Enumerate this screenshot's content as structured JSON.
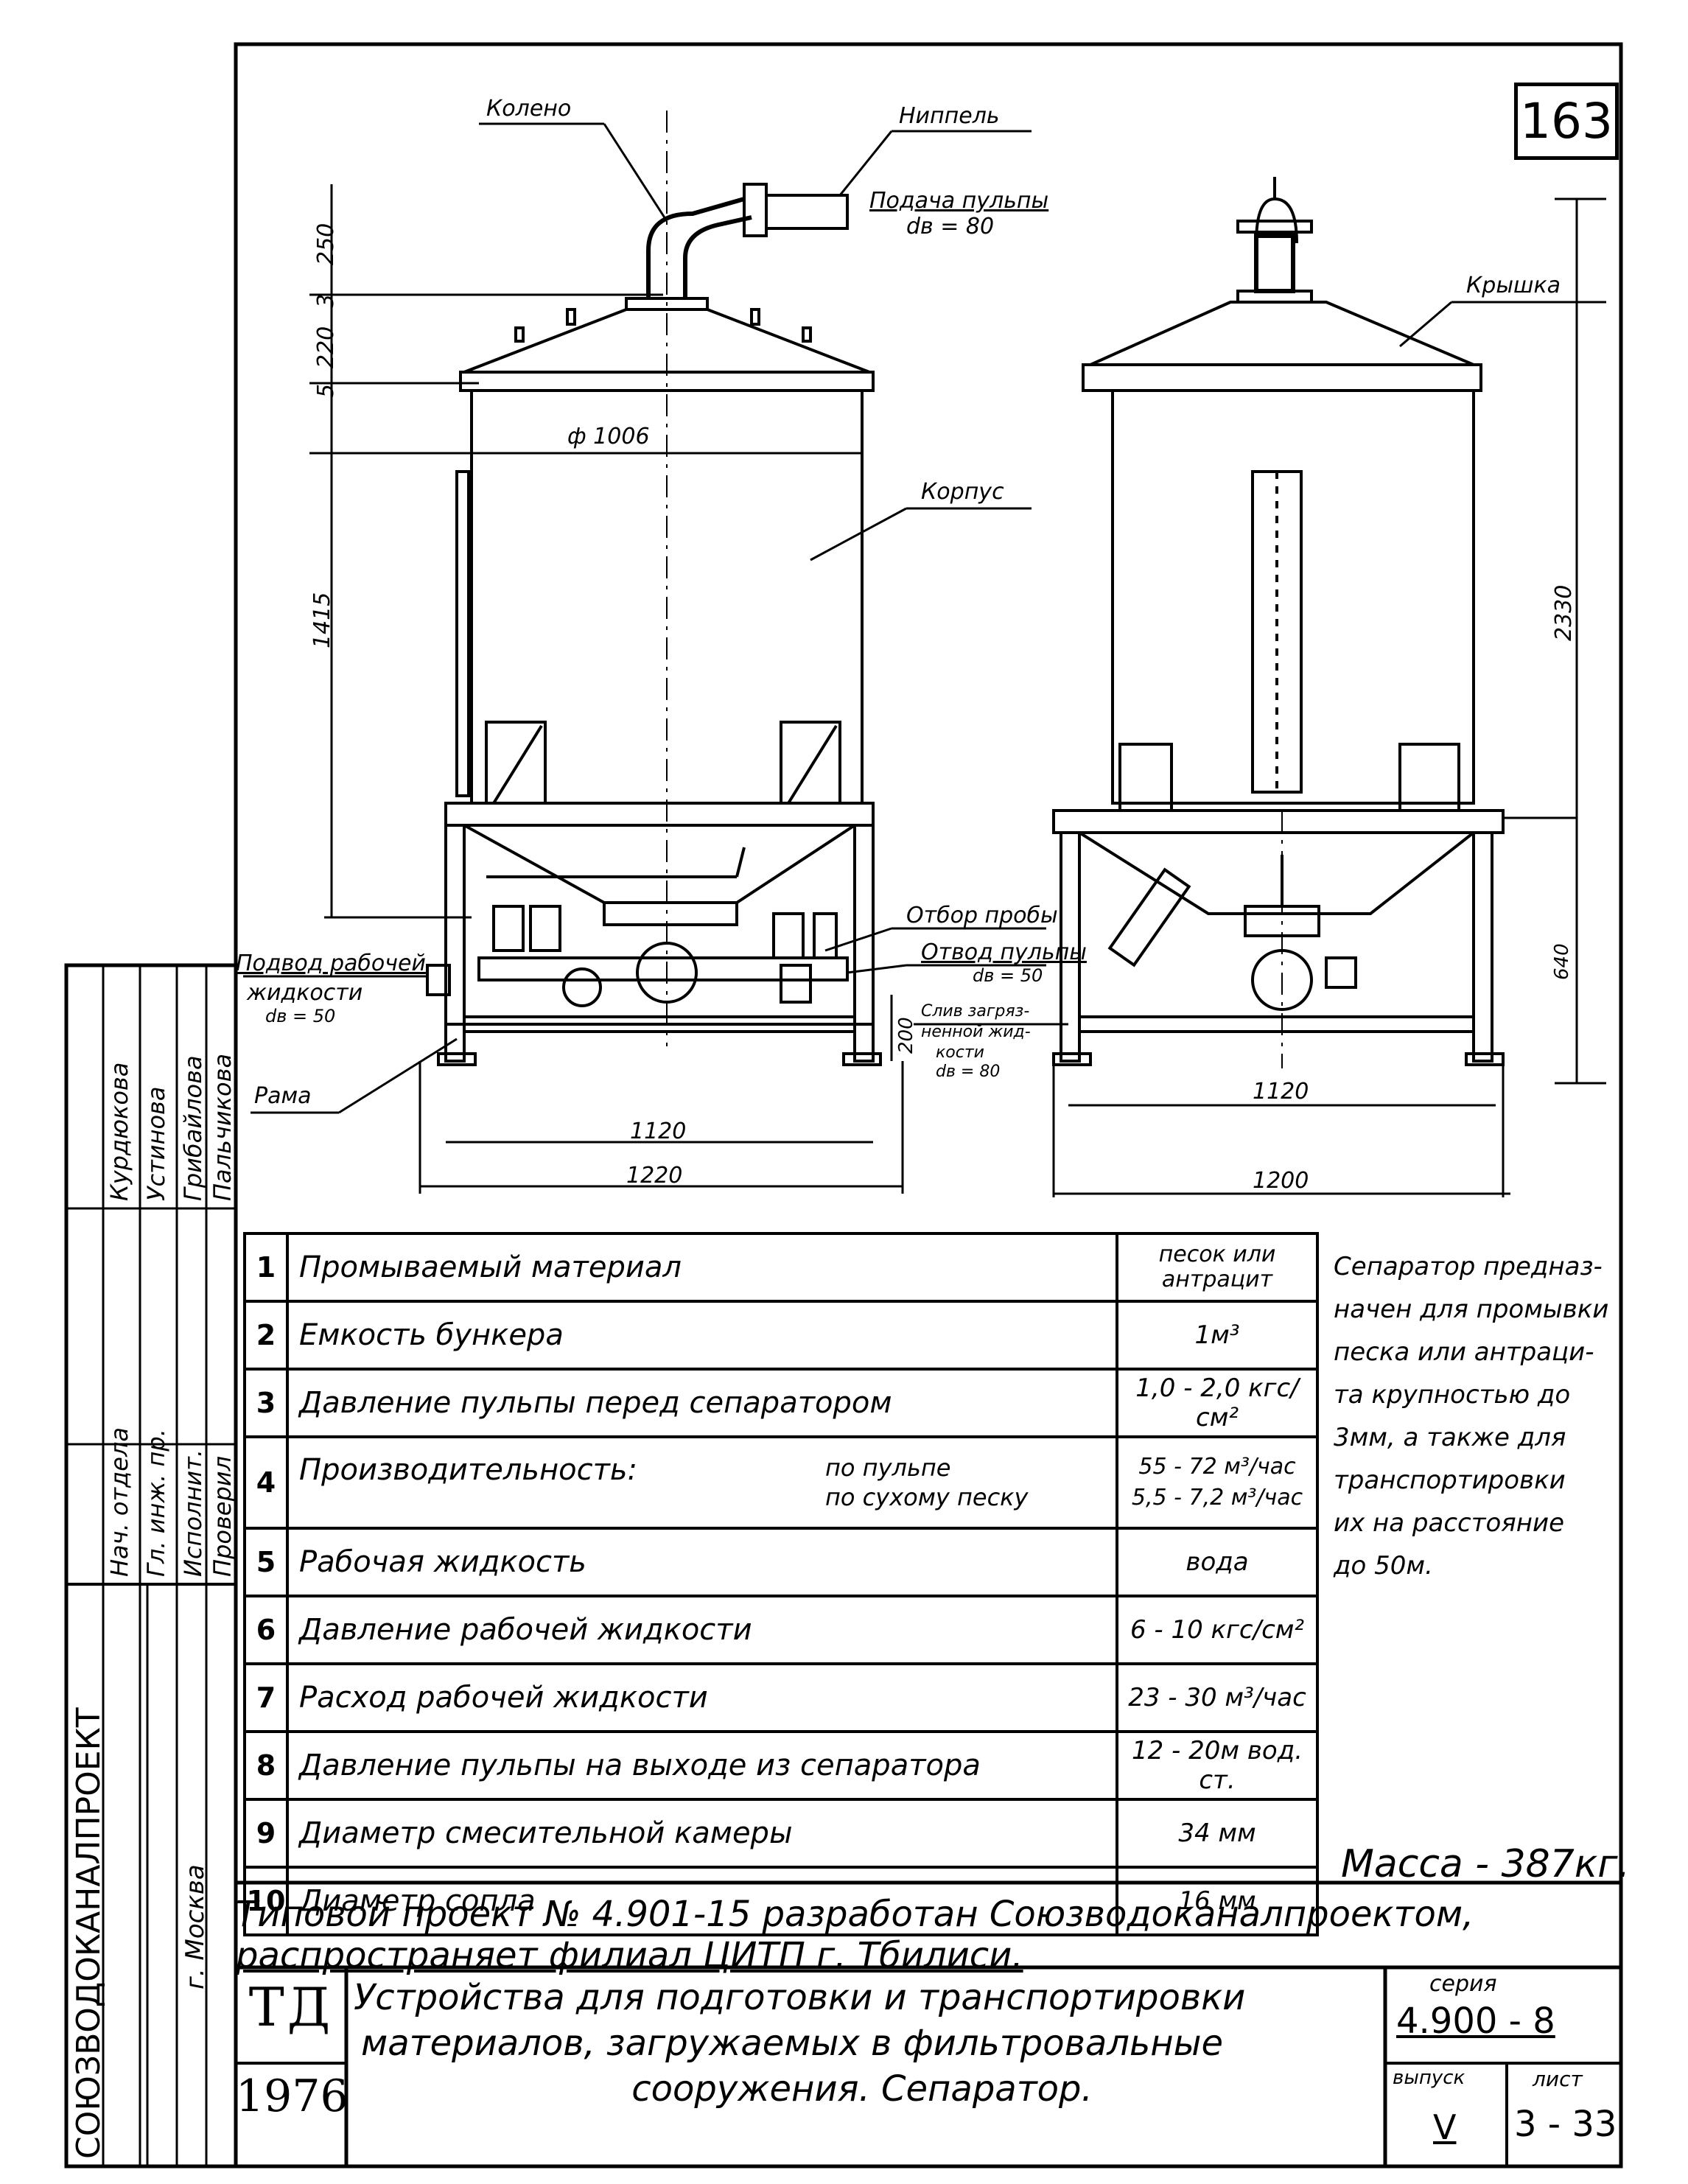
{
  "page_number": "163",
  "callouts": {
    "koleno": "Колено",
    "nippel": "Ниппель",
    "podacha": "Подача пульпы",
    "podacha_dv": "dв = 80",
    "kryshka": "Крышка",
    "korpus": "Корпус",
    "otbor": "Отбор пробы",
    "otvod": "Отвод пульпы",
    "otvod_dv": "dв = 50",
    "sliv_1": "Слив загряз-",
    "sliv_2": "ненной жид-",
    "sliv_3": "кости",
    "sliv_dv": "dв = 80",
    "podvod_1": "Подвод рабочей",
    "podvod_2": "жидкости",
    "podvod_dv": "dв = 50",
    "rama": "Рама"
  },
  "dimensions": {
    "d250": "250",
    "d3": "3",
    "d220": "220",
    "d5": "5",
    "d1415": "1415",
    "phi": "ф 1006",
    "d2330": "2330",
    "d640": "640",
    "d200": "200",
    "left_1120": "1120",
    "left_1220": "1220",
    "right_1120": "1120",
    "right_1200": "1200"
  },
  "spec_table": [
    {
      "n": "1",
      "name": "Промываемый материал",
      "sub": "",
      "value": "песок или\nантрацит"
    },
    {
      "n": "2",
      "name": "Емкость бункера",
      "sub": "",
      "value": "1м³"
    },
    {
      "n": "3",
      "name": "Давление пульпы перед сепаратором",
      "sub": "",
      "value": "1,0 - 2,0 кгс/см²"
    },
    {
      "n": "4",
      "name": "Производительность:",
      "sub": "по пульпе\nпо сухому песку",
      "value": "55 - 72 м³/час\n5,5 - 7,2 м³/час"
    },
    {
      "n": "5",
      "name": "Рабочая жидкость",
      "sub": "",
      "value": "вода"
    },
    {
      "n": "6",
      "name": "Давление рабочей жидкости",
      "sub": "",
      "value": "6 - 10 кгс/см²"
    },
    {
      "n": "7",
      "name": "Расход рабочей жидкости",
      "sub": "",
      "value": "23 - 30 м³/час"
    },
    {
      "n": "8",
      "name": "Давление пульпы на выходе из сепаратора",
      "sub": "",
      "value": "12 - 20м вод. ст."
    },
    {
      "n": "9",
      "name": "Диаметр смесительной камеры",
      "sub": "",
      "value": "34 мм"
    },
    {
      "n": "10",
      "name": "Диаметр сопла",
      "sub": "",
      "value": "16 мм"
    }
  ],
  "note_lines": [
    "Сепаратор предназ-",
    "начен для промывки",
    "песка или антраци-",
    "та крупностью до",
    "3мм, а также для",
    "транспортировки",
    "их на расстояние",
    "до 50м."
  ],
  "mass": "Масса - 387кг.",
  "info_line1": "Типовой проект № 4.901-15 разработан Союзводоканалпроектом,",
  "info_line2": "распространяет филиал ЦИТП г. Тбилиси.",
  "stamp_td": "ТД",
  "stamp_year": "1976",
  "title_line1": "Устройства для подготовки и транспортировки",
  "title_line2": "материалов, загружаемых в фильтровальные",
  "title_line3": "сооружения. Сепаратор.",
  "series_label": "серия",
  "series_value": "4.900 - 8",
  "issue_label": "выпуск",
  "issue_value": "V",
  "sheet_label": "лист",
  "sheet_value": "3 - 33",
  "org": "СОЮЗВОДОКАНАЛПРОЕКТ",
  "city": "г. Москва",
  "roles": [
    "Нач. отдела",
    "Гл. инж. пр.",
    "Исполнит.",
    "Проверил"
  ],
  "names": [
    "Курдюкова",
    "Устинова",
    "Грибайлова",
    "Пальчикова"
  ]
}
